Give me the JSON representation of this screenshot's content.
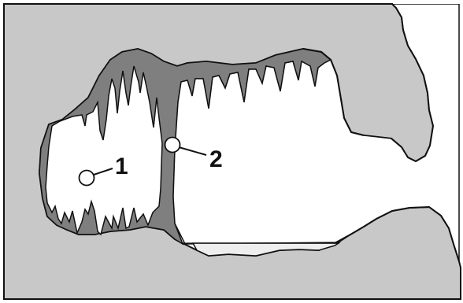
{
  "diagram": {
    "colors": {
      "rock": "#c8c8c8",
      "cave_deposit": "#7f7f7f",
      "water": "#eeeeee",
      "cave_air": "#ffffff",
      "outline": "#111111"
    },
    "callouts": [
      {
        "id": "1",
        "label": "1"
      },
      {
        "id": "2",
        "label": "2"
      }
    ]
  }
}
